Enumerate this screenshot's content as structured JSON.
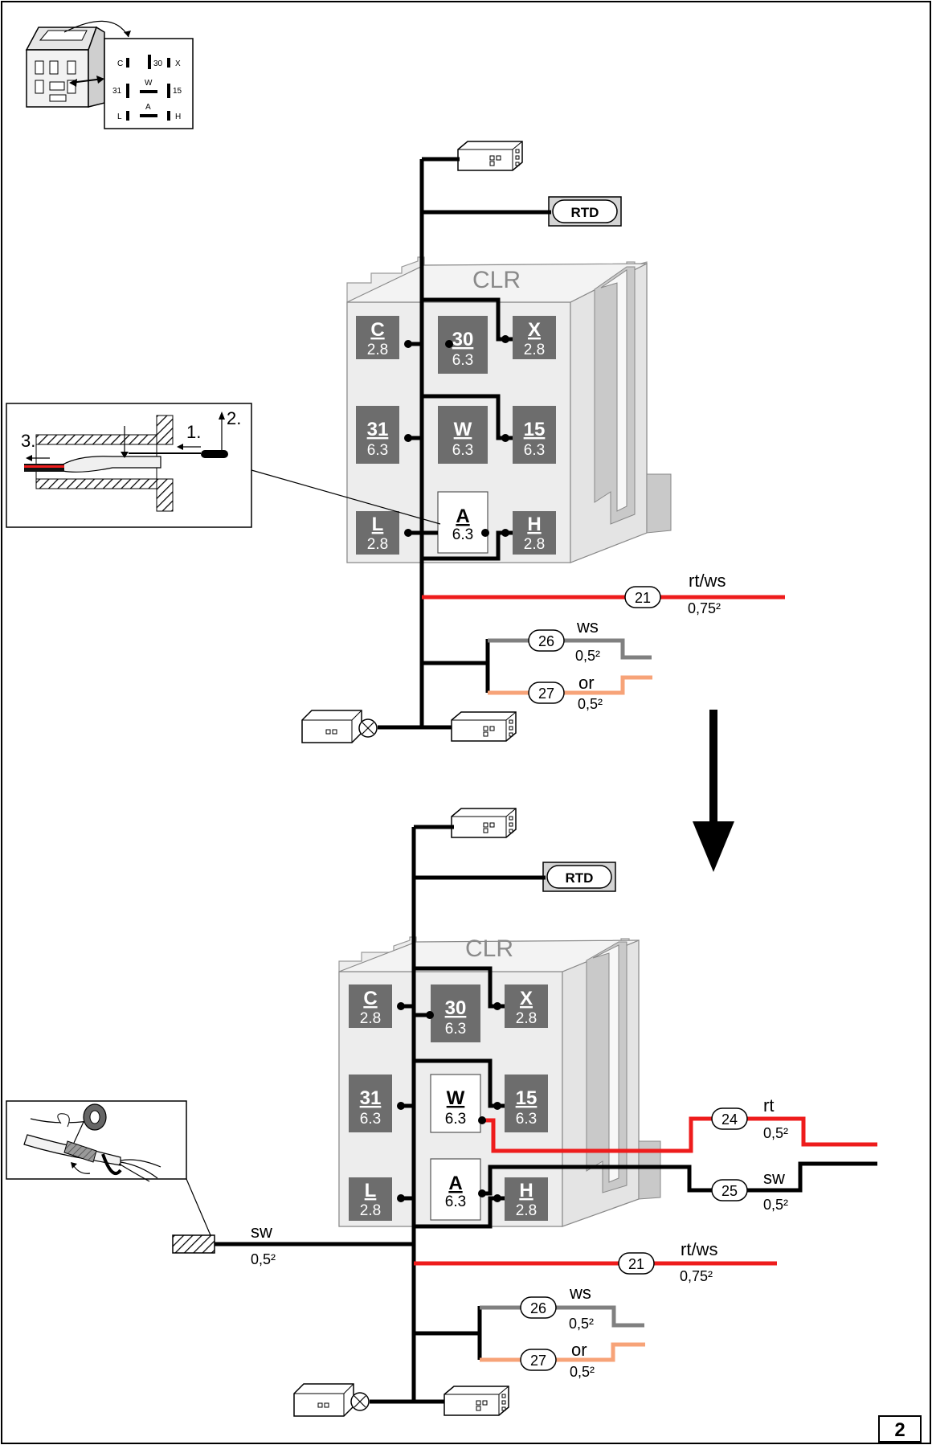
{
  "relay_pinout": {
    "pins": [
      "C",
      "30",
      "X",
      "31",
      "W",
      "15",
      "L",
      "A",
      "H"
    ]
  },
  "step_labels": [
    "1.",
    "2.",
    "3."
  ],
  "before": {
    "relay_label": "CLR",
    "connector_label": "RTD",
    "pins": [
      {
        "name": "C",
        "size": "2.8"
      },
      {
        "name": "30",
        "size": "6.3"
      },
      {
        "name": "X",
        "size": "2.8"
      },
      {
        "name": "31",
        "size": "6.3"
      },
      {
        "name": "W",
        "size": "6.3"
      },
      {
        "name": "15",
        "size": "6.3"
      },
      {
        "name": "L",
        "size": "2.8"
      },
      {
        "name": "A",
        "size": "6.3"
      },
      {
        "name": "H",
        "size": "2.8"
      }
    ],
    "wires": [
      {
        "number": "21",
        "color": "rt/ws",
        "gauge": "0,75²",
        "hex": "#ee1c1c"
      },
      {
        "number": "26",
        "color": "ws",
        "gauge": "0,5²",
        "hex": "#808080"
      },
      {
        "number": "27",
        "color": "or",
        "gauge": "0,5²",
        "hex": "#f7a378"
      }
    ]
  },
  "after": {
    "relay_label": "CLR",
    "connector_label": "RTD",
    "pins": [
      {
        "name": "C",
        "size": "2.8"
      },
      {
        "name": "30",
        "size": "6.3"
      },
      {
        "name": "X",
        "size": "2.8"
      },
      {
        "name": "31",
        "size": "6.3"
      },
      {
        "name": "W",
        "size": "6.3"
      },
      {
        "name": "15",
        "size": "6.3"
      },
      {
        "name": "L",
        "size": "2.8"
      },
      {
        "name": "A",
        "size": "6.3"
      },
      {
        "name": "H",
        "size": "2.8"
      }
    ],
    "wires": [
      {
        "number": "24",
        "color": "rt",
        "gauge": "0,5²",
        "hex": "#ee1c1c"
      },
      {
        "number": "25",
        "color": "sw",
        "gauge": "0,5²",
        "hex": "#000000"
      },
      {
        "number": "21",
        "color": "rt/ws",
        "gauge": "0,75²",
        "hex": "#ee1c1c"
      },
      {
        "number": "26",
        "color": "ws",
        "gauge": "0,5²",
        "hex": "#808080"
      },
      {
        "number": "27",
        "color": "or",
        "gauge": "0,5²",
        "hex": "#f7a378"
      }
    ],
    "ground_wire": {
      "color": "sw",
      "gauge": "0,5²"
    }
  },
  "page_number": "2",
  "colors": {
    "pin_fill": "#6d6d6d",
    "relay_body": "#ededed",
    "red": "#ee1c1c",
    "grey": "#808080",
    "orange": "#f7a378"
  }
}
